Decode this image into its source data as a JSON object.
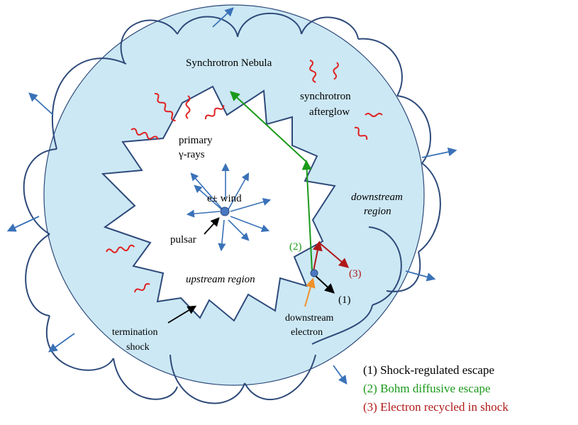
{
  "labels": {
    "nebula": "Synchrotron  Nebula",
    "afterglow_line1": "synchrotron",
    "afterglow_line2": "afterglow",
    "primary_line1": "primary",
    "primary_line2": "γ-rays",
    "wind": "e± wind",
    "pulsar": "pulsar",
    "upstream": "upstream region",
    "downstream_line1": "downstream",
    "downstream_line2": "region",
    "termination_line1": "termination",
    "termination_line2": "shock",
    "electron_line1": "downstream",
    "electron_line2": "electron",
    "path1": "(1)",
    "path2": "(2)",
    "path3": "(3)"
  },
  "legend": [
    {
      "text": "(1) Shock-regulated escape",
      "color": "#000000"
    },
    {
      "text": "(2) Bohm diffusive  escape",
      "color": "#1a9a1a"
    },
    {
      "text": "(3) Electron recycled in shock",
      "color": "#b01818"
    }
  ],
  "colors": {
    "nebula_fill": "#cce8f4",
    "outline": "#2e4a7a",
    "wind_arrow": "#3a72b8",
    "gamma": "#e02020",
    "path1": "#000000",
    "path2": "#1a9a1a",
    "path3": "#b01818",
    "electron_arrow": "#f0902a",
    "pulsar_dot": "#4a78c0"
  }
}
